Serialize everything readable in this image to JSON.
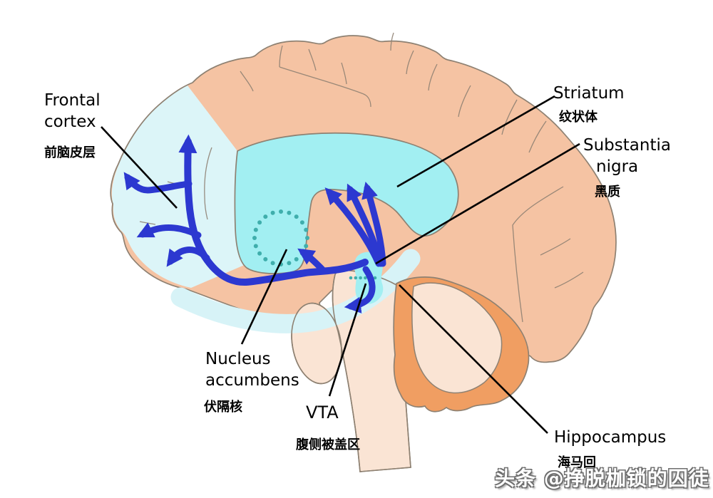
{
  "figure": {
    "description": "Sagittal brain diagram of dopamine pathways with bilingual English/Chinese labels"
  },
  "labels": {
    "frontal_cortex": {
      "en_line1": "Frontal",
      "en_line2": "cortex",
      "zh": "前脑皮层"
    },
    "striatum": {
      "en": "Striatum",
      "zh": "纹状体"
    },
    "substantia_nigra": {
      "en_line1": "Substantia",
      "en_line2": "nigra",
      "zh": "黑质"
    },
    "nucleus_accumbens": {
      "en_line1": "Nucleus",
      "en_line2": "accumbens",
      "zh": "伏隔核"
    },
    "vta": {
      "en": "VTA",
      "zh": "腹侧被盖区"
    },
    "hippocampus": {
      "en": "Hippocampus",
      "zh": "海马回"
    }
  },
  "watermark": {
    "text": "头条 @挣脱枷锁的囚徒"
  },
  "colors": {
    "cortex_peach": "#F5C3A3",
    "frontal_pale": "#DCF5F8",
    "striatum_cyan": "#A2EFF2",
    "band_pale": "#D7F3F7",
    "brainstem_pale": "#FAE4D4",
    "cerebellum_orange": "#F09E62",
    "outline_gray": "#8E8172",
    "pathway_blue": "#2C38D0",
    "dot_teal": "#3FAEAC",
    "leader_black": "#000000"
  }
}
